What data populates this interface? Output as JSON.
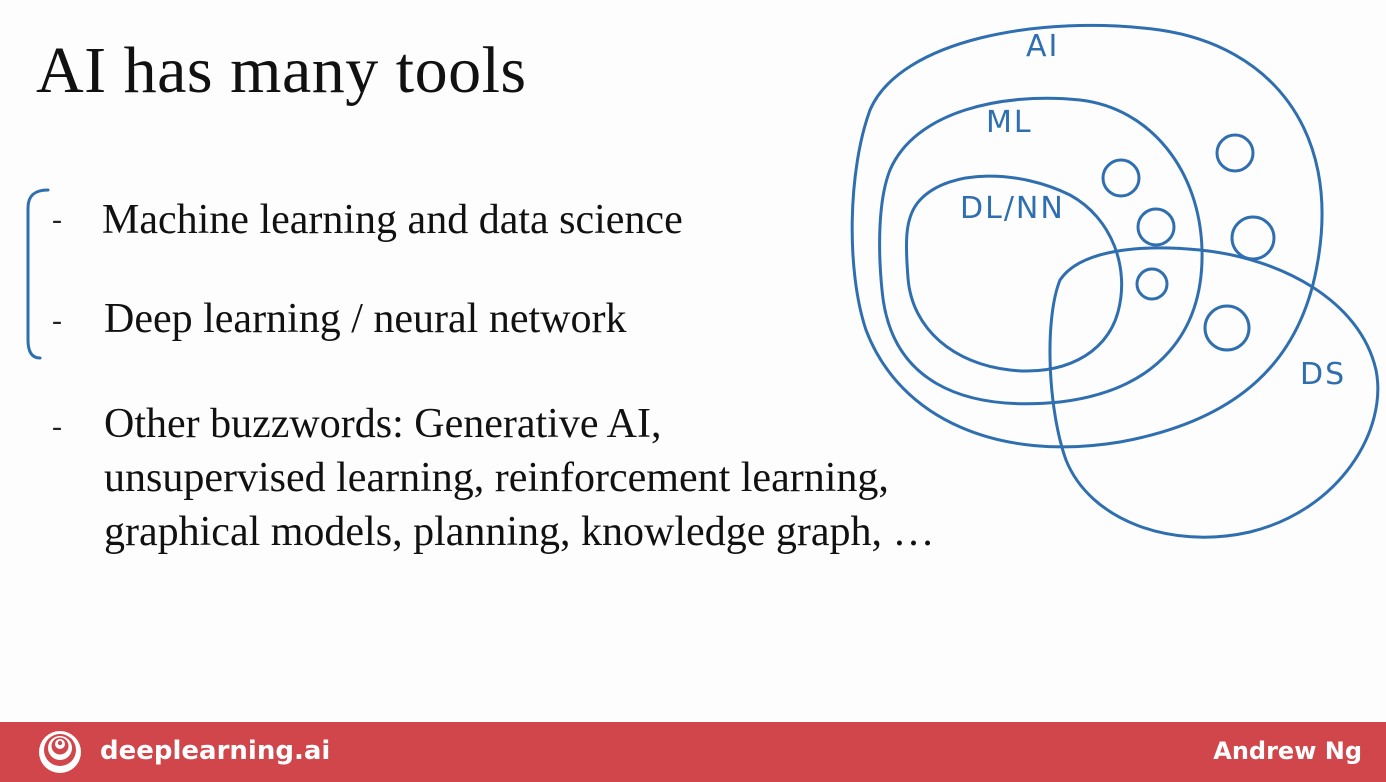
{
  "slide": {
    "title": "AI has many tools",
    "bullets": [
      {
        "dash": "-",
        "lines": [
          "Machine learning and data science"
        ]
      },
      {
        "dash": "-",
        "lines": [
          "Deep learning / neural network"
        ]
      },
      {
        "dash": "-",
        "lines": [
          "Other buzzwords: Generative AI,",
          "unsupervised learning, reinforcement learning,",
          "graphical models, planning, knowledge graph, …"
        ]
      }
    ]
  },
  "annotation": {
    "ink_color": "#2f6fb0",
    "labels": {
      "ai": "AI",
      "ml": "ML",
      "dl": "DL/NN",
      "ds": "DS"
    }
  },
  "footer": {
    "brand": "deeplearning.ai",
    "author": "Andrew Ng",
    "bar_color": "#d1464b",
    "logo_icon": "concentric-circles-logo-icon"
  }
}
